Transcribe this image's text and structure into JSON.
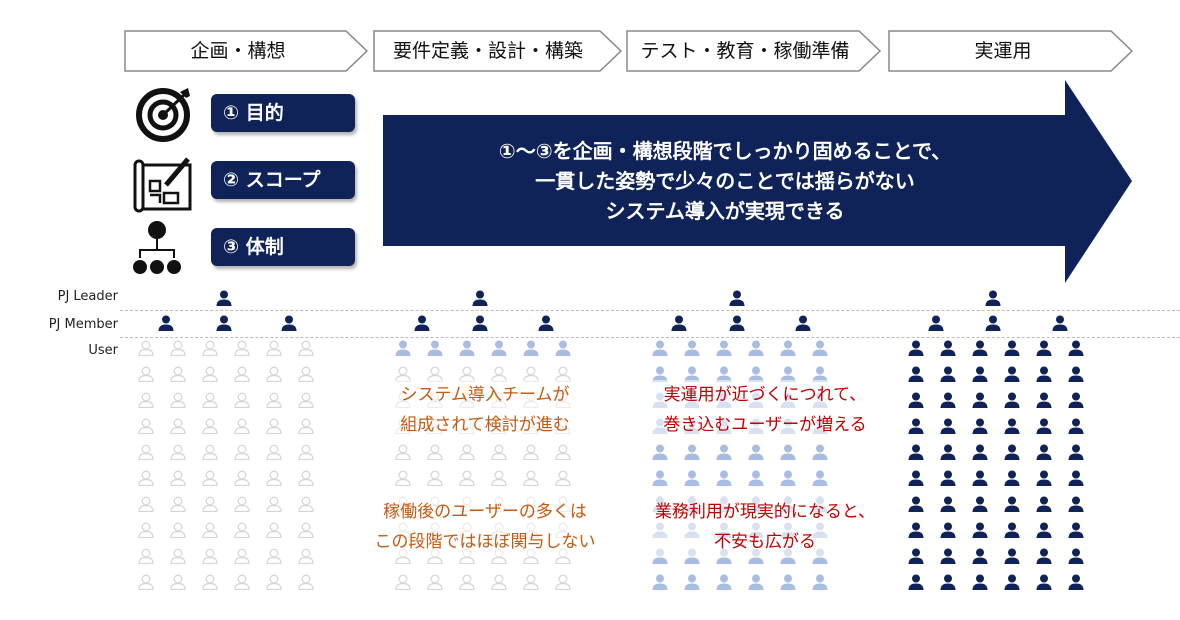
{
  "phases": [
    "企画・構想",
    "要件定義・設計・構築",
    "テスト・教育・稼働準備",
    "実運用"
  ],
  "pillars": [
    {
      "label": "① 目的",
      "icon": "target-icon"
    },
    {
      "label": "② スコープ",
      "icon": "blueprint-icon"
    },
    {
      "label": "③ 体制",
      "icon": "org-chart-icon"
    }
  ],
  "arrow_text": [
    "①～③を企画・構想段階でしっかり固めることで、",
    "一貫した姿勢で少々のことでは揺らがない",
    "システム導入が実現できる"
  ],
  "row_labels": {
    "leader": "PJ Leader",
    "member": "PJ Member",
    "user": "User"
  },
  "notes": [
    {
      "lines": [
        "システム導入チームが",
        "組成されて検討が進む"
      ],
      "color": "#c55a11"
    },
    {
      "lines": [
        "稼働後のユーザーの多くは",
        "この段階ではほぼ関与しない"
      ],
      "color": "#c55a11"
    },
    {
      "lines": [
        "実運用が近づくにつれて、",
        "巻き込むユーザーが増える"
      ],
      "color": "#c00000"
    },
    {
      "lines": [
        "業務利用が現実的になると、",
        "不安も広がる"
      ],
      "color": "#c00000"
    }
  ],
  "colors": {
    "navy": "#0f2358",
    "light": "#a9bde3",
    "outline": "#d6d6d6"
  },
  "user_states": [
    "outline",
    "light-first-row",
    "light",
    "navy"
  ]
}
